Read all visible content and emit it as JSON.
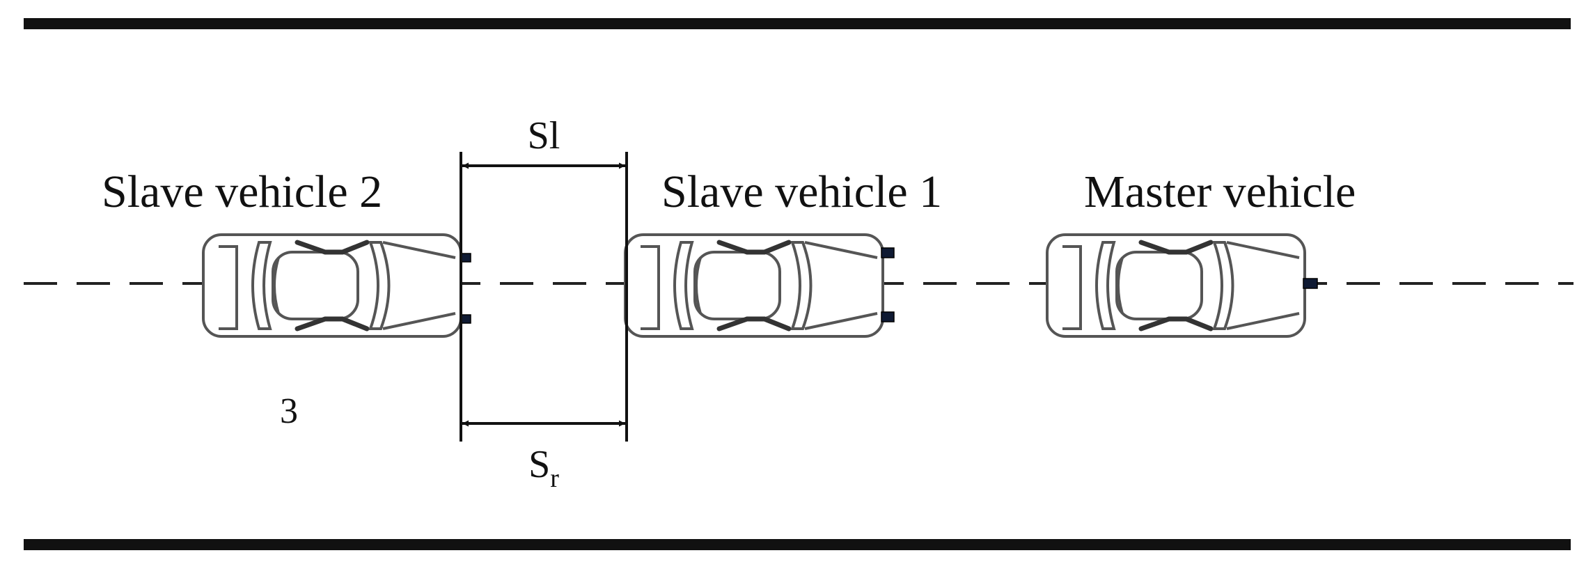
{
  "diagram": {
    "vehicles": [
      {
        "id": "slave-vehicle-2",
        "label": "Slave vehicle 2"
      },
      {
        "id": "slave-vehicle-1",
        "label": "Slave vehicle 1"
      },
      {
        "id": "master-vehicle",
        "label": "Master vehicle"
      }
    ],
    "dimensions": {
      "top_label": "Sl",
      "bottom_label_base": "S",
      "bottom_label_sub": "r"
    },
    "annotation_number": "3",
    "colors": {
      "road_edge": "#111111",
      "lane_dash": "#222222",
      "car_outline": "#555555",
      "sensor": "#0f1a33"
    }
  }
}
